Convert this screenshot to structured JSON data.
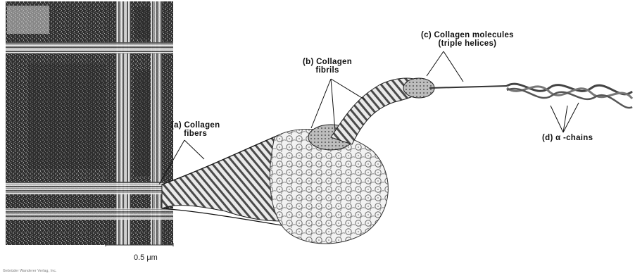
{
  "labels": {
    "fibres_line1": "(a) Collagen",
    "fibres_line2": "fibers",
    "fibrils_line1": "(b) Collagen",
    "fibrils_line2": "fibrils",
    "molecules_line1": "(c) Collagen molecules",
    "molecules_line2": "(triple helices)",
    "chains": "(d) α -chains"
  },
  "scale_bar": {
    "label": "0.5 μm"
  },
  "credit": "Gebrüder Wanderer Verlag, Inc."
}
